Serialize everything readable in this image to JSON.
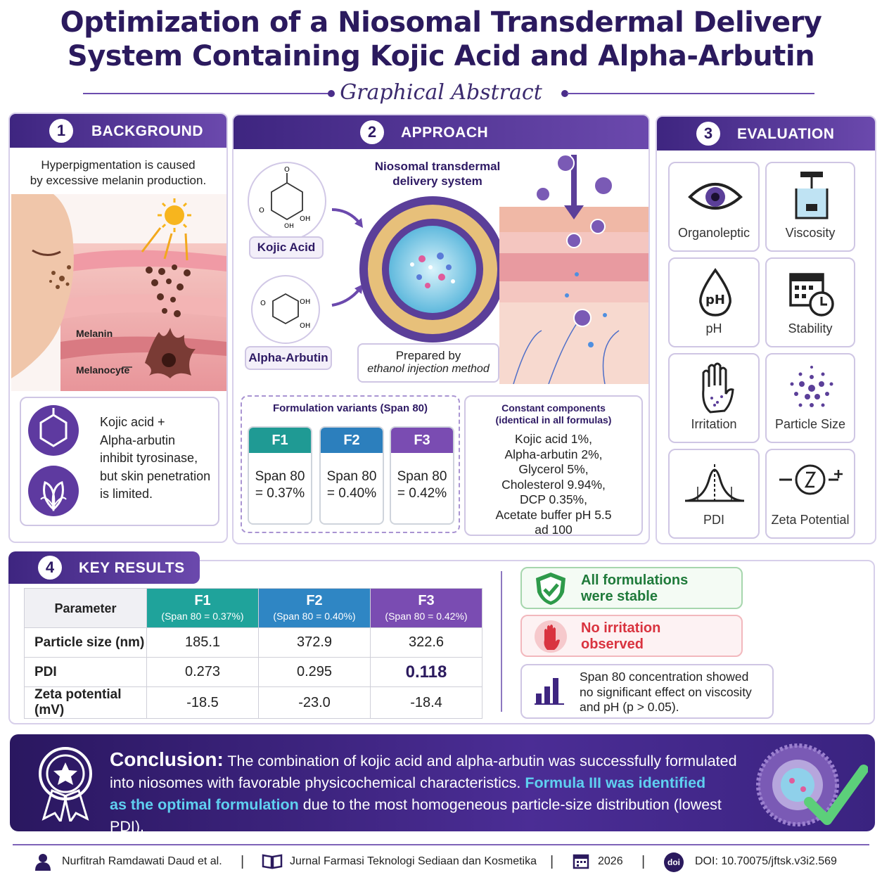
{
  "title_line1": "Optimization of a Niosomal Transdermal Delivery",
  "title_line2": "System Containing Kojic Acid and Alpha-Arbutin",
  "subtitle": "Graphical Abstract",
  "background": {
    "number": "1",
    "label": "BACKGROUND",
    "intro_line1": "Hyperpigmentation is caused",
    "intro_line2": "by excessive melanin production.",
    "melanin_label": "Melanin",
    "melanocyte_label": "Melanocyte",
    "info_lines": [
      "Kojic acid +",
      "Alpha-arbutin",
      "inhibit tyrosinase,",
      "but skin penetration",
      "is limited."
    ]
  },
  "approach": {
    "number": "2",
    "label": "APPROACH",
    "kojic_label": "Kojic Acid",
    "arbutin_label": "Alpha-Arbutin",
    "system_line1": "Niosomal transdermal",
    "system_line2": "delivery system",
    "prepared_line1": "Prepared by",
    "prepared_line2": "ethanol injection method",
    "variants_title": "Formulation variants (Span 80)",
    "variants": [
      {
        "name": "F1",
        "line1": "Span 80",
        "line2": "= 0.37%",
        "color": "#1f9a94"
      },
      {
        "name": "F2",
        "line1": "Span 80",
        "line2": "= 0.40%",
        "color": "#2c7fbd"
      },
      {
        "name": "F3",
        "line1": "Span 80",
        "line2": "= 0.42%",
        "color": "#7a4cb2"
      }
    ],
    "constant_title1": "Constant components",
    "constant_title2": "(identical in all formulas)",
    "constant_lines": [
      "Kojic acid 1%,",
      "Alpha-arbutin 2%,",
      "Glycerol 5%,",
      "Cholesterol 9.94%,",
      "DCP 0.35%,",
      "Acetate buffer pH 5.5",
      "ad 100"
    ]
  },
  "evaluation": {
    "number": "3",
    "label": "EVALUATION",
    "items": [
      "Organoleptic",
      "Viscosity",
      "pH",
      "Stability",
      "Irritation",
      "Particle Size",
      "PDI",
      "Zeta Potential"
    ],
    "ph_glyph": "pH"
  },
  "results": {
    "number": "4",
    "label": "KEY RESULTS",
    "param_header": "Parameter",
    "columns": [
      {
        "name": "F1",
        "sub": "(Span 80 = 0.37%)",
        "color": "#1fa39b"
      },
      {
        "name": "F2",
        "sub": "(Span 80 = 0.40%)",
        "color": "#2f86c4"
      },
      {
        "name": "F3",
        "sub": "(Span 80 = 0.42%)",
        "color": "#7a4cb2"
      }
    ],
    "rows": [
      {
        "param": "Particle size (nm)",
        "values": [
          "185.1",
          "372.9",
          "322.6"
        ]
      },
      {
        "param": "PDI",
        "values": [
          "0.273",
          "0.295",
          "0.118"
        ]
      },
      {
        "param": "Zeta potential (mV)",
        "values": [
          "-18.5",
          "-23.0",
          "-18.4"
        ]
      }
    ],
    "stable_line1": "All formulations",
    "stable_line2": "were stable",
    "irritation_line1": "No irritation",
    "irritation_line2": "observed",
    "span_lines": [
      "Span 80 concentration showed",
      "no significant effect on viscosity",
      "and pH (p > 0.05)."
    ]
  },
  "conclusion": {
    "heading": "Conclusion:",
    "text1": "The combination of kojic acid and alpha-arbutin was successfully formulated",
    "text2": "into niosomes with favorable physicochemical characteristics.",
    "highlight1": "Formula III was identified",
    "highlight2": "as the optimal formulation",
    "text3": "due to the most homogeneous particle-size distribution (lowest PDI)."
  },
  "footer": {
    "authors": "Nurfitrah Ramdawati Daud et al.",
    "journal": "Jurnal Farmasi Teknologi Sediaan dan Kosmetika",
    "year": "2026",
    "doi_badge": "doi",
    "doi": "DOI: 10.70075/jftsk.v3i2.569"
  },
  "colors": {
    "primary": "#3e2580",
    "accent": "#6b49ad",
    "green": "#2e9a4a",
    "red": "#d9333f"
  }
}
